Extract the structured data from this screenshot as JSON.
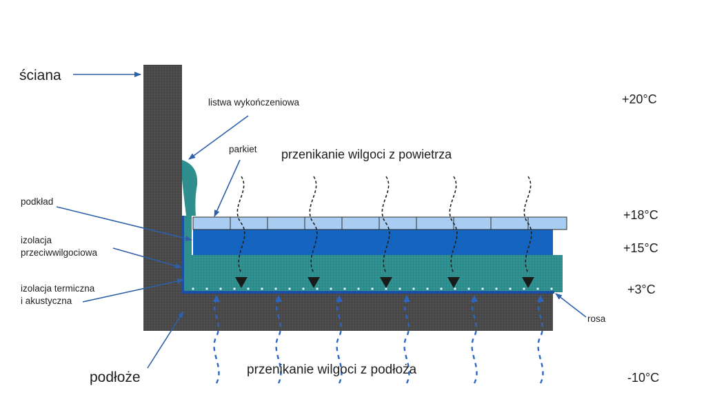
{
  "labels": {
    "wall": "ściana",
    "trim": "listwa wykończeniowa",
    "parquet": "parkiet",
    "underlay": "podkład",
    "moisture_barrier": [
      "izolacja",
      "przeciwwilgociowa"
    ],
    "thermal_insulation": [
      "izolacja termiczna",
      "i akustyczna"
    ],
    "subfloor": "podłoże",
    "dew": "rosa",
    "moisture_air": "przenikanie wilgoci z powietrza",
    "moisture_ground": "przenikanie wilgoci z podłoża"
  },
  "temperatures": [
    "+20°C",
    "+18°C",
    "+15°C",
    "+3°C",
    "-10°C"
  ],
  "colors": {
    "concrete": "#4a4a4a",
    "parquet": "#a9cdf2",
    "underlay": "#1565c0",
    "insulation": "#2f8f8f",
    "membrane": "#2f8f8f",
    "pointer": "#2e5fa8",
    "dashed": "#1f1f1f",
    "dew_dot": "#e8f2ff"
  },
  "icons": [
    "pointer-arrow",
    "moisture-path-arrow"
  ]
}
